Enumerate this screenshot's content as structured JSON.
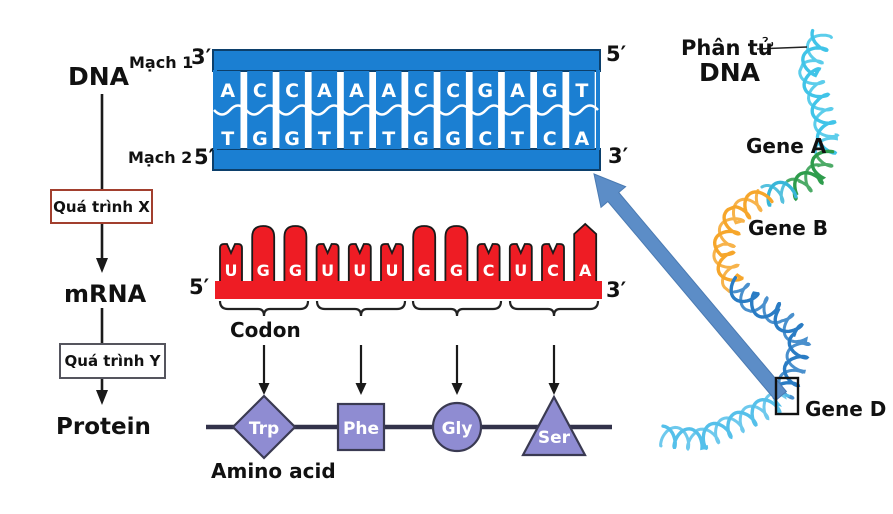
{
  "flowchart": {
    "dna_label": "DNA",
    "process_x": "Quá trình X",
    "mrna_label": "mRNA",
    "process_y": "Quá trình Y",
    "protein_label": "Protein"
  },
  "dna": {
    "strand1_label": "Mạch 1",
    "strand2_label": "Mạch 2",
    "left_top_prime": "3′",
    "left_bottom_prime": "5′",
    "right_top_prime": "5′",
    "right_bottom_prime": "3′",
    "strand1": [
      "A",
      "C",
      "C",
      "A",
      "A",
      "A",
      "C",
      "C",
      "G",
      "A",
      "G",
      "T"
    ],
    "strand2": [
      "T",
      "G",
      "G",
      "T",
      "T",
      "T",
      "G",
      "G",
      "C",
      "T",
      "C",
      "A"
    ],
    "color": "#1b7fd2",
    "outline_color": "#0c3f6b"
  },
  "mrna": {
    "left_prime": "5′",
    "right_prime": "3′",
    "sequence": [
      "U",
      "G",
      "G",
      "U",
      "U",
      "U",
      "G",
      "G",
      "C",
      "U",
      "C",
      "A"
    ],
    "codon_label": "Codon",
    "color": "#ee1c24",
    "outline_color": "#1a1a1a"
  },
  "translation": {
    "amino_acid_label": "Amino acid",
    "amino_acids": [
      {
        "name": "Trp",
        "shape": "diamond"
      },
      {
        "name": "Phe",
        "shape": "square"
      },
      {
        "name": "Gly",
        "shape": "circle"
      },
      {
        "name": "Ser",
        "shape": "triangle"
      }
    ],
    "shape_color": "#8f8cd2",
    "shape_outline": "#3a3a52",
    "chain_color": "#32324a"
  },
  "molecule": {
    "title_line1": "Phân tử",
    "title_line2": "DNA",
    "gene_a": "Gene A",
    "gene_b": "Gene B",
    "gene_d": "Gene D",
    "arrow_color": "#5c8dc7",
    "helix_colors": {
      "cyan": "#40c4e8",
      "green": "#2e9c4c",
      "teal": "#38b6d8",
      "orange": "#f6a62b",
      "blue": "#2a7cc4",
      "lightblue": "#55c0ea"
    }
  }
}
